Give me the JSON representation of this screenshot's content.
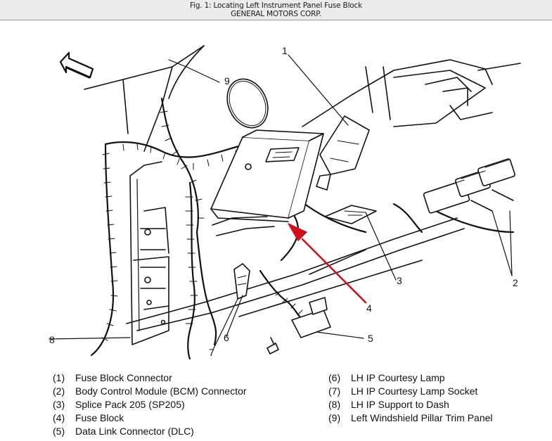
{
  "figure": {
    "title": "Fig. 1: Locating Left Instrument Panel Fuse Block",
    "source": "GENERAL MOTORS CORP."
  },
  "callouts": [
    "1",
    "2",
    "3",
    "4",
    "5",
    "6",
    "7",
    "8",
    "9"
  ],
  "legend_left": [
    {
      "num": "(1)",
      "label": "Fuse Block Connector"
    },
    {
      "num": "(2)",
      "label": "Body Control Module (BCM) Connector"
    },
    {
      "num": "(3)",
      "label": "Splice Pack 205 (SP205)"
    },
    {
      "num": "(4)",
      "label": "Fuse Block"
    },
    {
      "num": "(5)",
      "label": "Data Link Connector (DLC)"
    }
  ],
  "legend_right": [
    {
      "num": "(6)",
      "label": "LH IP Courtesy Lamp"
    },
    {
      "num": "(7)",
      "label": "LH IP Courtesy Lamp Socket"
    },
    {
      "num": "(8)",
      "label": "LH IP Support to Dash"
    },
    {
      "num": "(9)",
      "label": "Left Windshield Pillar Trim Panel"
    }
  ],
  "colors": {
    "highlight_arrow": "#d0101a",
    "linework": "#111111"
  }
}
